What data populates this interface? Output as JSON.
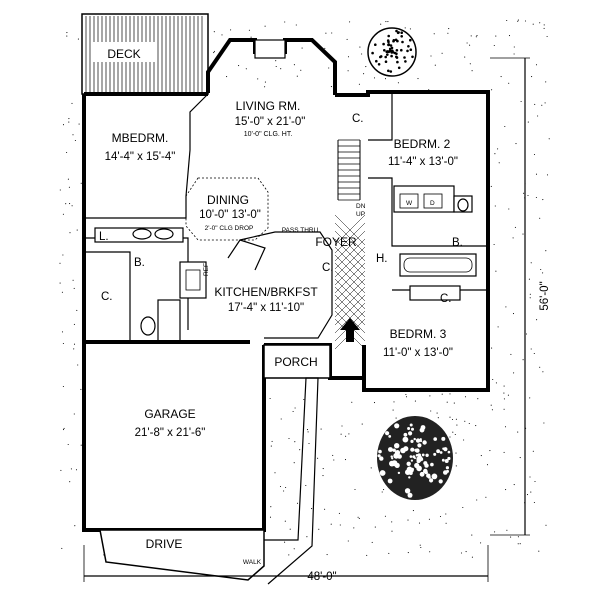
{
  "rooms": {
    "deck": "DECK",
    "living": "LIVING RM.",
    "living_dim": "15'-0\" x 21'-0\"",
    "living_note": "10'-0\" CLG. HT.",
    "master": "MBEDRM.",
    "master_dim": "14'-4\" x 15'-4\"",
    "dining": "DINING",
    "dining_dim": "10'-0\" 13'-0\"",
    "dining_note": "2'-0\" CLG DROP",
    "pass_thru": "PASS THRU",
    "foyer": "FOYER",
    "kitchen": "KITCHEN/BRKFST",
    "kitchen_dim": "17'-4\" x 11'-10\"",
    "bedroom2": "BEDRM. 2",
    "bedroom2_dim": "11'-4\" x 13'-0\"",
    "bedroom3": "BEDRM. 3",
    "bedroom3_dim": "11'-0\" x 13'-0\"",
    "garage": "GARAGE",
    "garage_dim": "21'-8\" x 21'-6\"",
    "porch": "PORCH",
    "drive": "DRIVE",
    "walk": "WALK",
    "closet": "C.",
    "bath": "B.",
    "hall": "H.",
    "laundry": "L.",
    "up": "UP",
    "dn": "DN",
    "washer": "W",
    "dryer": "D",
    "ref": "REF"
  },
  "dimensions": {
    "width": "48'-0\"",
    "depth": "56'-0\""
  }
}
